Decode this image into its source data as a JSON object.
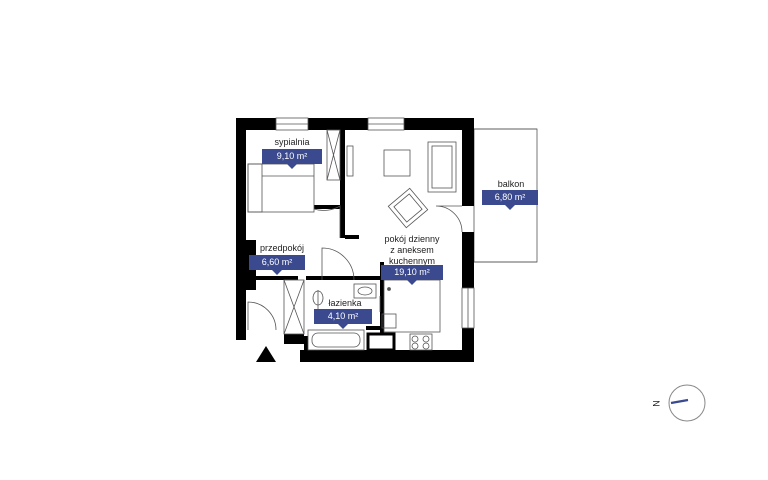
{
  "rooms": {
    "sypialnia": {
      "name": "sypialnia",
      "area": "9,10 m²"
    },
    "balkon": {
      "name": "balkon",
      "area": "6,80 m²"
    },
    "pokoj": {
      "name": "pokój dzienny\nz aneksem\nkuchennym",
      "area": "19,10 m²"
    },
    "przedpokoj": {
      "name": "przedpokój",
      "area": "6,60 m²"
    },
    "lazienka": {
      "name": "łazienka",
      "area": "4,10 m²"
    }
  },
  "compass": {
    "label": "N"
  },
  "colors": {
    "accent": "#3b4a8e",
    "walls": "#000000",
    "lines": "#555555"
  }
}
